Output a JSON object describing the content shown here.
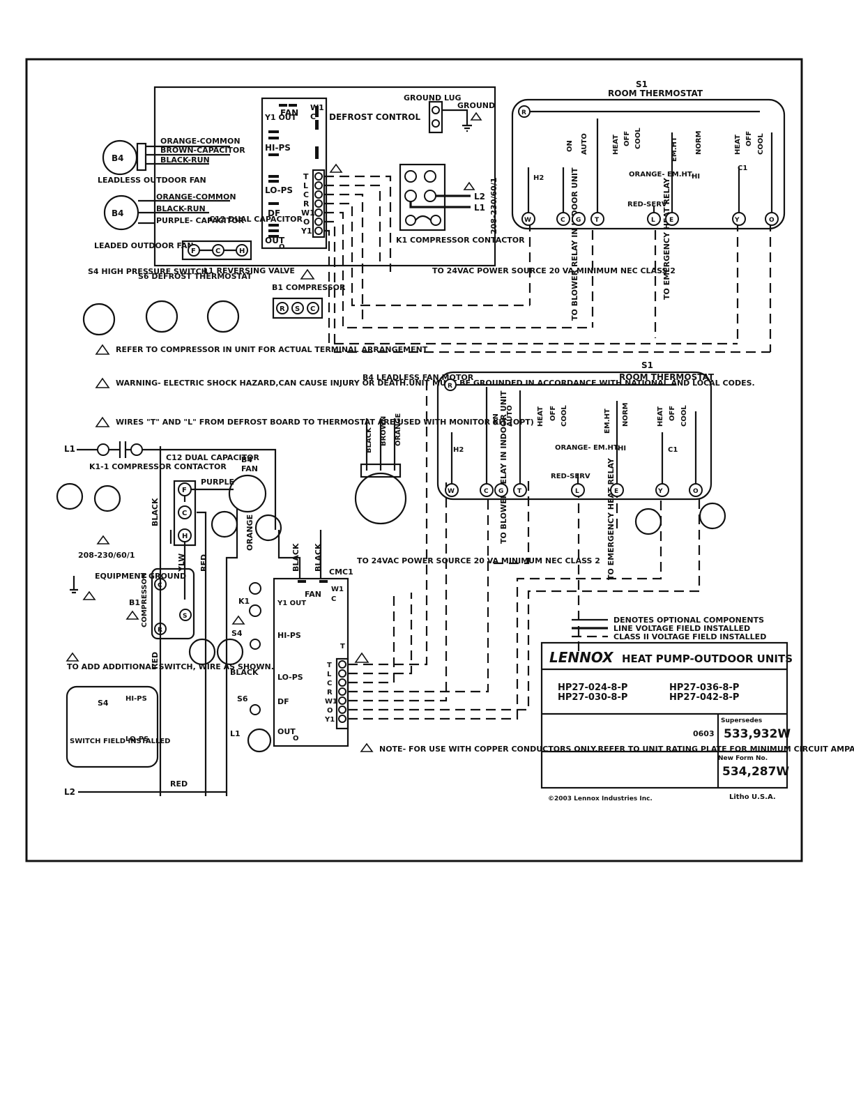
{
  "labels": {
    "s1_top": "S1",
    "room_thermostat_top": "ROOM THERMOSTAT",
    "s1_bottom": "S1",
    "room_thermostat_bottom": "ROOM THERMOSTAT",
    "ground_lug": "GROUND LUG",
    "ground": "GROUND",
    "defrost_control": "DEFROST CONTROL",
    "fan": "FAN",
    "w1": "W1",
    "c": "C",
    "y1_out": "Y1 OUT",
    "hi_ps": "HI-PS",
    "lo_ps": "LO-PS",
    "df": "DF",
    "out": "OUT",
    "o": "O",
    "b4": "B4",
    "orange_common_1": "ORANGE-COMMON",
    "brown_capacitor": "BROWN-CAPACITOR",
    "black_run_1": "BLACK-RUN",
    "leadless_outdoor_fan": "LEADLESS OUTDOOR FAN",
    "orange_common_2": "ORANGE-COMMON",
    "black_run_2": "BLACK-RUN",
    "purple_capacitor": "PURPLE- CAPACITOR",
    "c12_dual_capacitor": "C12 DUAL CAPACITOR",
    "leaded_outdoor_fan": "LEADED OUTDOOR FAN",
    "k1_compressor_contactor": "K1 COMPRESSOR CONTACTOR",
    "l2": "L2",
    "l1": "L1",
    "voltage": "208-230/60/1",
    "to_24vac": "TO 24VAC POWER SOURCE 20 VA MINIMUM NEC CLASS 2",
    "s4_hps": "S4 HIGH PRESSURE SWITCH",
    "s6_defrost": "S6 DEFROST THERMOSTAT",
    "l1_reversing": "L1 REVERSING VALVE",
    "b1_compressor": "B1 COMPRESSOR",
    "to_blower_relay": "TO BLOWER RELAY IN INDOOR UNIT",
    "to_emergency_heat": "TO EMERGENCY HEAT RELAY",
    "note2": "REFER TO COMPRESSOR IN UNIT FOR ACTUAL TERMINAL ARRANGEMENT",
    "note3": "WARNING- ELECTRIC SHOCK HAZARD,CAN CAUSE INJURY OR DEATH.UNIT MUST BE GROUNDED IN ACCORDANCE WITH NATIONAL AND LOCAL CODES.",
    "note4": "WIRES \"T\" AND \"L\" FROM DEFROST BOARD TO THERMOSTAT ARE USED WITH MONITOR KIT (OPT)",
    "b4_leadless_fan_motor": "B4 LEADLESS FAN MOTOR",
    "k1_1_contactor": "K1-1 COMPRESSOR CONTACTOR",
    "equipment_ground": "EQUIPMENT GROUND",
    "to_add_switch": "TO ADD ADDITIONAL SWITCH, WIRE AS SHOWN.",
    "switch_field_installed": "SWITCH FIELD INSTALLED",
    "cmc1": "CMC1",
    "red": "RED",
    "black": "BLACK",
    "orange": "ORANGE",
    "purple": "PURPLE",
    "brown": "BROWN",
    "ylw": "YLW",
    "k1": "K1",
    "s4": "S4",
    "s6": "S6",
    "note_copper": "NOTE- FOR USE WITH COPPER CONDUCTORS ONLY.REFER TO UNIT RATING PLATE FOR MINIMUM CIRCUIT AMPACITY AND MAXIMUM OVER-CURRENT PROTECTION SIZE",
    "orange_emht": "ORANGE- EM.HT.",
    "red_serv": "RED-SERV",
    "on": "ON",
    "auto": "AUTO",
    "heat": "HEAT",
    "off": "OFF",
    "cool": "COOL",
    "em_ht": "EM.HT",
    "norm": "NORM",
    "h2": "H2",
    "hi": "HI",
    "c1": "C1"
  },
  "legend": {
    "optional": "DENOTES OPTIONAL COMPONENTS",
    "line_voltage": "LINE VOLTAGE FIELD INSTALLED",
    "class2": "CLASS II VOLTAGE FIELD INSTALLED"
  },
  "title_block": {
    "brand": "LENNOX",
    "title": "HEAT PUMP-OUTDOOR UNITS",
    "models": [
      "HP27-024-8-P",
      "HP27-036-8-P",
      "HP27-030-8-P",
      "HP27-042-8-P"
    ],
    "supersedes_label": "Supersedes",
    "date_code": "0603",
    "supersedes": "533,932W",
    "new_form_label": "New Form No.",
    "new_form": "534,287W",
    "copyright": "©2003 Lennox Industries Inc.",
    "litho": "Litho U.S.A."
  }
}
